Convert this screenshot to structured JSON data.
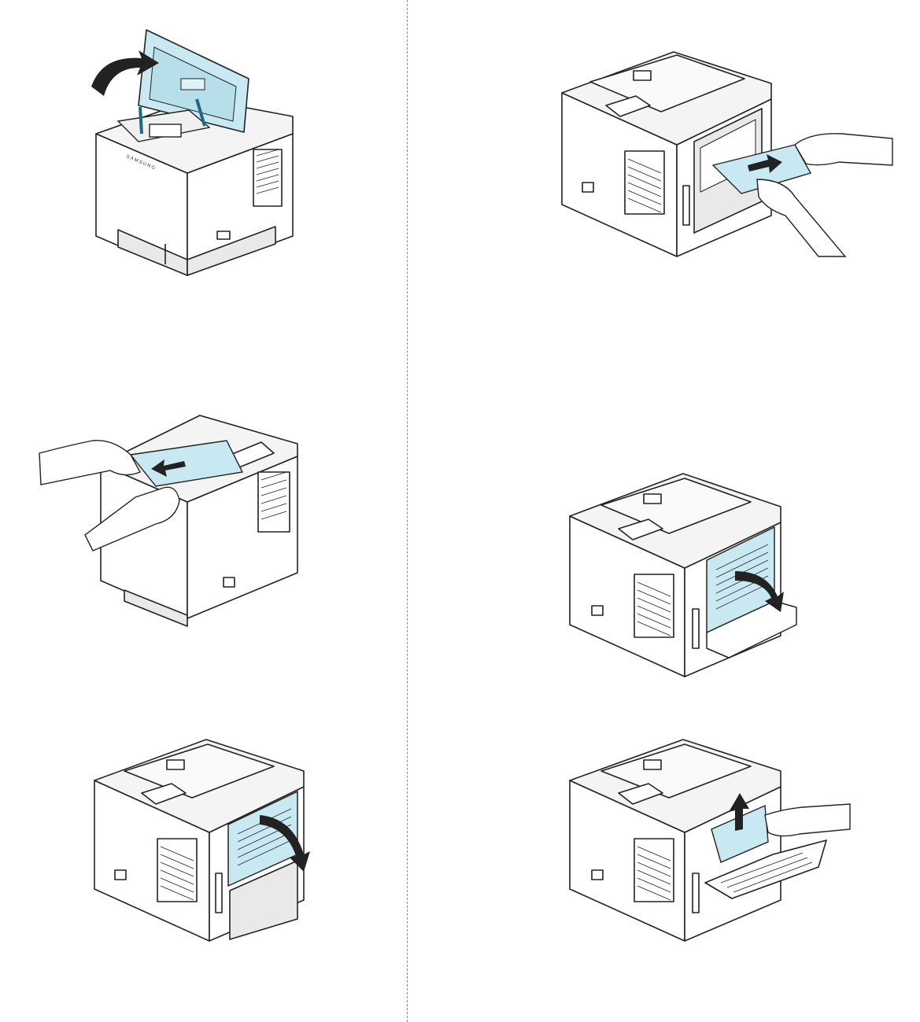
{
  "page": {
    "brand_text": "SAMSUNG",
    "colors": {
      "line": "#222222",
      "paper": "#c8e9f2",
      "body": "#ffffff",
      "shade": "#e9e9e9"
    }
  },
  "figures": [
    {
      "id": "open-top-cover",
      "icons": [
        "printer-icon",
        "top-cover-icon",
        "curved-arrow-icon"
      ]
    },
    {
      "id": "pull-paper-rear-fuser",
      "icons": [
        "printer-rear-icon",
        "hand-icon",
        "jammed-paper-icon",
        "straight-arrow-icon"
      ]
    },
    {
      "id": "pull-paper-output-tray",
      "icons": [
        "printer-icon",
        "hand-icon",
        "jammed-paper-icon",
        "straight-arrow-icon"
      ]
    },
    {
      "id": "open-rear-cover-a",
      "icons": [
        "printer-rear-icon",
        "rear-cover-icon",
        "curved-arrow-icon"
      ]
    },
    {
      "id": "open-rear-cover-b",
      "icons": [
        "printer-rear-icon",
        "rear-cover-icon",
        "curved-arrow-icon"
      ]
    },
    {
      "id": "remove-paper-duplex",
      "icons": [
        "printer-rear-icon",
        "hand-icon",
        "jammed-paper-icon",
        "up-arrow-icon"
      ]
    }
  ]
}
